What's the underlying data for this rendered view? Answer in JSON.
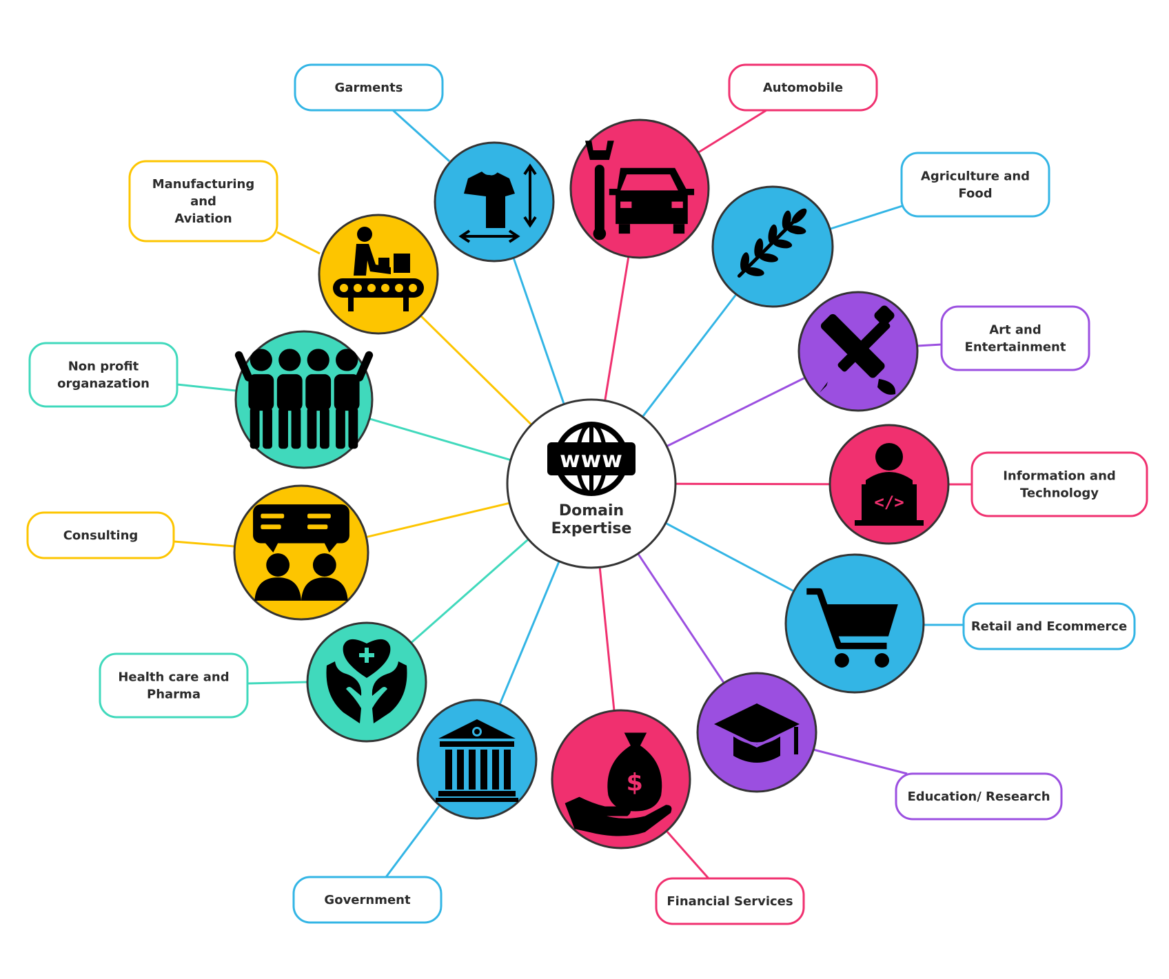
{
  "center": {
    "lines": [
      "Domain",
      "Expertise"
    ],
    "icon": "www-globe-icon"
  },
  "colors": {
    "blue": "#33B5E5",
    "pink": "#F0306F",
    "yellow": "#FDC500",
    "teal": "#40D9BC",
    "purple": "#9B4FE0"
  },
  "domains": [
    {
      "key": "garments",
      "lines": [
        "Garments"
      ],
      "color": "blue",
      "icon": "tshirt-size-icon"
    },
    {
      "key": "automobile",
      "lines": [
        "Automobile"
      ],
      "color": "pink",
      "icon": "car-wrench-icon"
    },
    {
      "key": "agriculture",
      "lines": [
        "Agriculture and",
        "Food"
      ],
      "color": "blue",
      "icon": "wheat-icon"
    },
    {
      "key": "art",
      "lines": [
        "Art and",
        "Entertainment"
      ],
      "color": "purple",
      "icon": "pencil-brush-icon"
    },
    {
      "key": "it",
      "lines": [
        "Information and",
        "Technology"
      ],
      "color": "pink",
      "icon": "developer-laptop-icon"
    },
    {
      "key": "retail",
      "lines": [
        "Retail and Ecommerce"
      ],
      "color": "blue",
      "icon": "shopping-cart-icon"
    },
    {
      "key": "education",
      "lines": [
        "Education/ Research"
      ],
      "color": "purple",
      "icon": "graduation-cap-icon"
    },
    {
      "key": "financial",
      "lines": [
        "Financial Services"
      ],
      "color": "pink",
      "icon": "money-bag-hand-icon"
    },
    {
      "key": "government",
      "lines": [
        "Government"
      ],
      "color": "blue",
      "icon": "government-building-icon"
    },
    {
      "key": "health",
      "lines": [
        "Health care and",
        "Pharma"
      ],
      "color": "teal",
      "icon": "heart-hands-icon"
    },
    {
      "key": "consulting",
      "lines": [
        "Consulting"
      ],
      "color": "yellow",
      "icon": "people-chat-icon"
    },
    {
      "key": "nonprofit",
      "lines": [
        "Non profit",
        "organazation"
      ],
      "color": "teal",
      "icon": "group-people-icon"
    },
    {
      "key": "manufacturing",
      "lines": [
        "Manufacturing",
        "and",
        "Aviation"
      ],
      "color": "yellow",
      "icon": "conveyor-worker-icon"
    }
  ]
}
